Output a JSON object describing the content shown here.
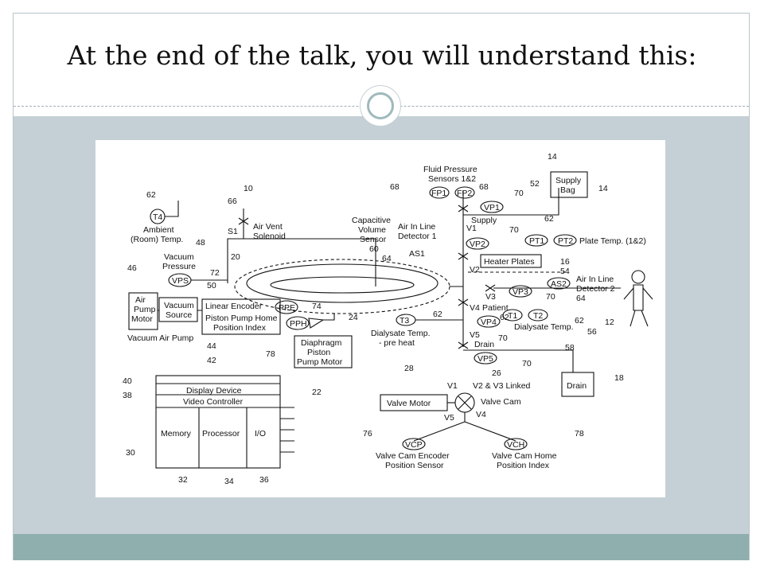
{
  "slide": {
    "title": "At the end of the talk, you will understand this:"
  },
  "colors": {
    "content_band": "#c5d0d6",
    "footer_band": "#8fafae",
    "frame": "#b8c4ca",
    "ornament_ring": "#9fb9bd"
  },
  "diagram": {
    "labels": {
      "n10": "10",
      "n62a": "62",
      "t4": "T4",
      "ambient1": "Ambient",
      "ambient2": "(Room) Temp.",
      "n66": "66",
      "s1": "S1",
      "airvent1": "Air Vent",
      "airvent2": "Solenoid",
      "n48": "48",
      "n20": "20",
      "n46": "46",
      "vacpress1": "Vacuum",
      "vacpress2": "Pressure",
      "vps": "VPS",
      "n72": "72",
      "n50": "50",
      "airpump1": "Air",
      "airpump2": "Pump",
      "airpump3": "Motor",
      "vacsrc1": "Vacuum",
      "vacsrc2": "Source",
      "linenc": "Linear Encoder",
      "pphome1": "Piston Pump Home",
      "pphome2": "Position Index",
      "ppe": "PPE",
      "n74": "74",
      "pph": "PPH",
      "n78a": "78",
      "n24": "24",
      "diaph1": "Diaphragm",
      "diaph2": "Piston",
      "diaph3": "Pump Motor",
      "n22": "22",
      "vacairpump": "Vacuum Air Pump",
      "n44": "44",
      "n42": "42",
      "n40": "40",
      "n38": "38",
      "display": "Display Device",
      "video": "Video Controller",
      "memory": "Memory",
      "processor": "Processor",
      "io": "I/O",
      "n30": "30",
      "n32": "32",
      "n34": "34",
      "n36": "36",
      "capsens1": "Capacitive",
      "capsens2": "Volume",
      "capsens3": "Sensor",
      "n60": "60",
      "airline1": "Air In Line",
      "airline2": "Detector 1",
      "as1": "AS1",
      "n64a": "64",
      "fps1": "Fluid Pressure",
      "fps2": "Sensors 1&2",
      "n68a": "68",
      "n68b": "68",
      "fp1": "FP1",
      "fp2": "FP2",
      "vp1": "VP1",
      "n70a": "70",
      "supply": "Supply",
      "v1a": "V1",
      "n52": "52",
      "n14a": "14",
      "supplybag1": "Supply",
      "supplybag2": "Bag",
      "n14b": "14",
      "n62b": "62",
      "vp2": "VP2",
      "n70b": "70",
      "pt1": "PT1",
      "pt2": "PT2",
      "platetemp": "Plate Temp. (1&2)",
      "heater": "Heater Plates",
      "n16": "16",
      "n54": "54",
      "v2": "V2",
      "as2": "AS2",
      "airline3": "Air In Line",
      "airline4": "Detector 2",
      "n64b": "64",
      "vp3": "VP3",
      "v3": "V3",
      "n70c": "70",
      "n62c": "62",
      "t3": "T3",
      "dialtemp1": "Dialysate Temp.",
      "dialtemp2": "- pre heat",
      "v4a": "V4",
      "patient": "Patient",
      "vp4": "VP4",
      "n62d": "62",
      "t1": "T1",
      "t2": "T2",
      "dialtempb": "Dialysate Temp.",
      "n62e": "62",
      "n56": "56",
      "n12": "12",
      "n70d": "70",
      "v5a": "V5",
      "drainv": "Drain",
      "n58": "58",
      "vp5": "VP5",
      "n70e": "70",
      "drainbox": "Drain",
      "n18": "18",
      "n26": "26",
      "n28": "28",
      "v1b": "V1",
      "linked": "V2 & V3 Linked",
      "valvecam": "Valve Cam",
      "valvemotor": "Valve Motor",
      "v5b": "V5",
      "v4b": "V4",
      "n76": "76",
      "vcp": "VCP",
      "vcpdesc1": "Valve Cam Encoder",
      "vcpdesc2": "Position Sensor",
      "n78b": "78",
      "vch": "VCH",
      "vchdesc1": "Valve Cam Home",
      "vchdesc2": "Position Index"
    }
  }
}
